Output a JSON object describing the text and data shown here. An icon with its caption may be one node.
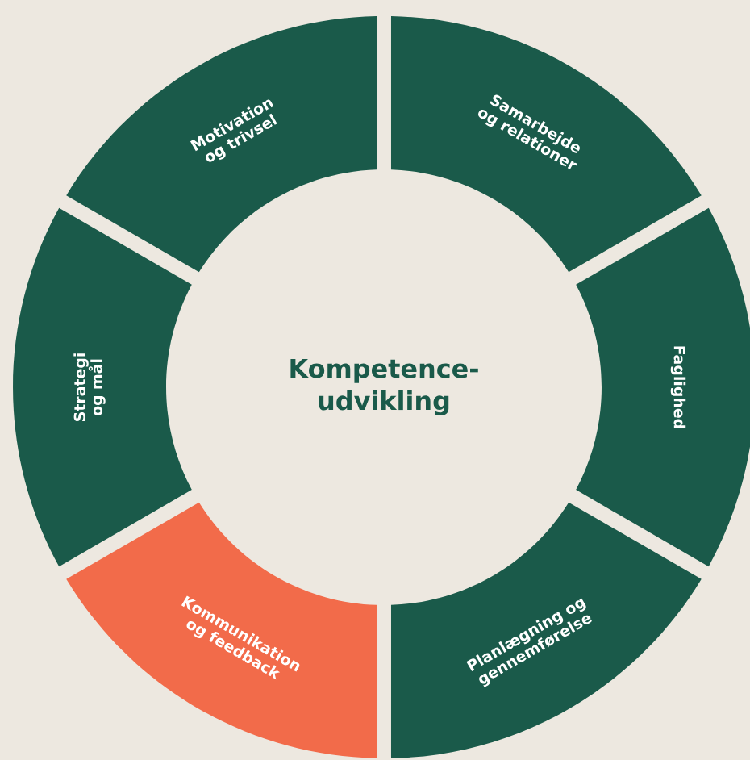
{
  "diagram": {
    "nodes": [
      {
        "text": [
          "Kompetence- udvikling"
        ]
      },
      {
        "text": [
          "Samarbejde og relationer"
        ]
      },
      {
        "text": [
          "Faglighed"
        ]
      },
      {
        "text": [
          "Planlægning og gennemførelse"
        ]
      },
      {
        "text": [
          "Kommunikation og feedback"
        ]
      },
      {
        "text": [
          "Strategi og mål"
        ]
      },
      {
        "text": [
          "Motivation og trivsel"
        ]
      }
    ]
  }
}
